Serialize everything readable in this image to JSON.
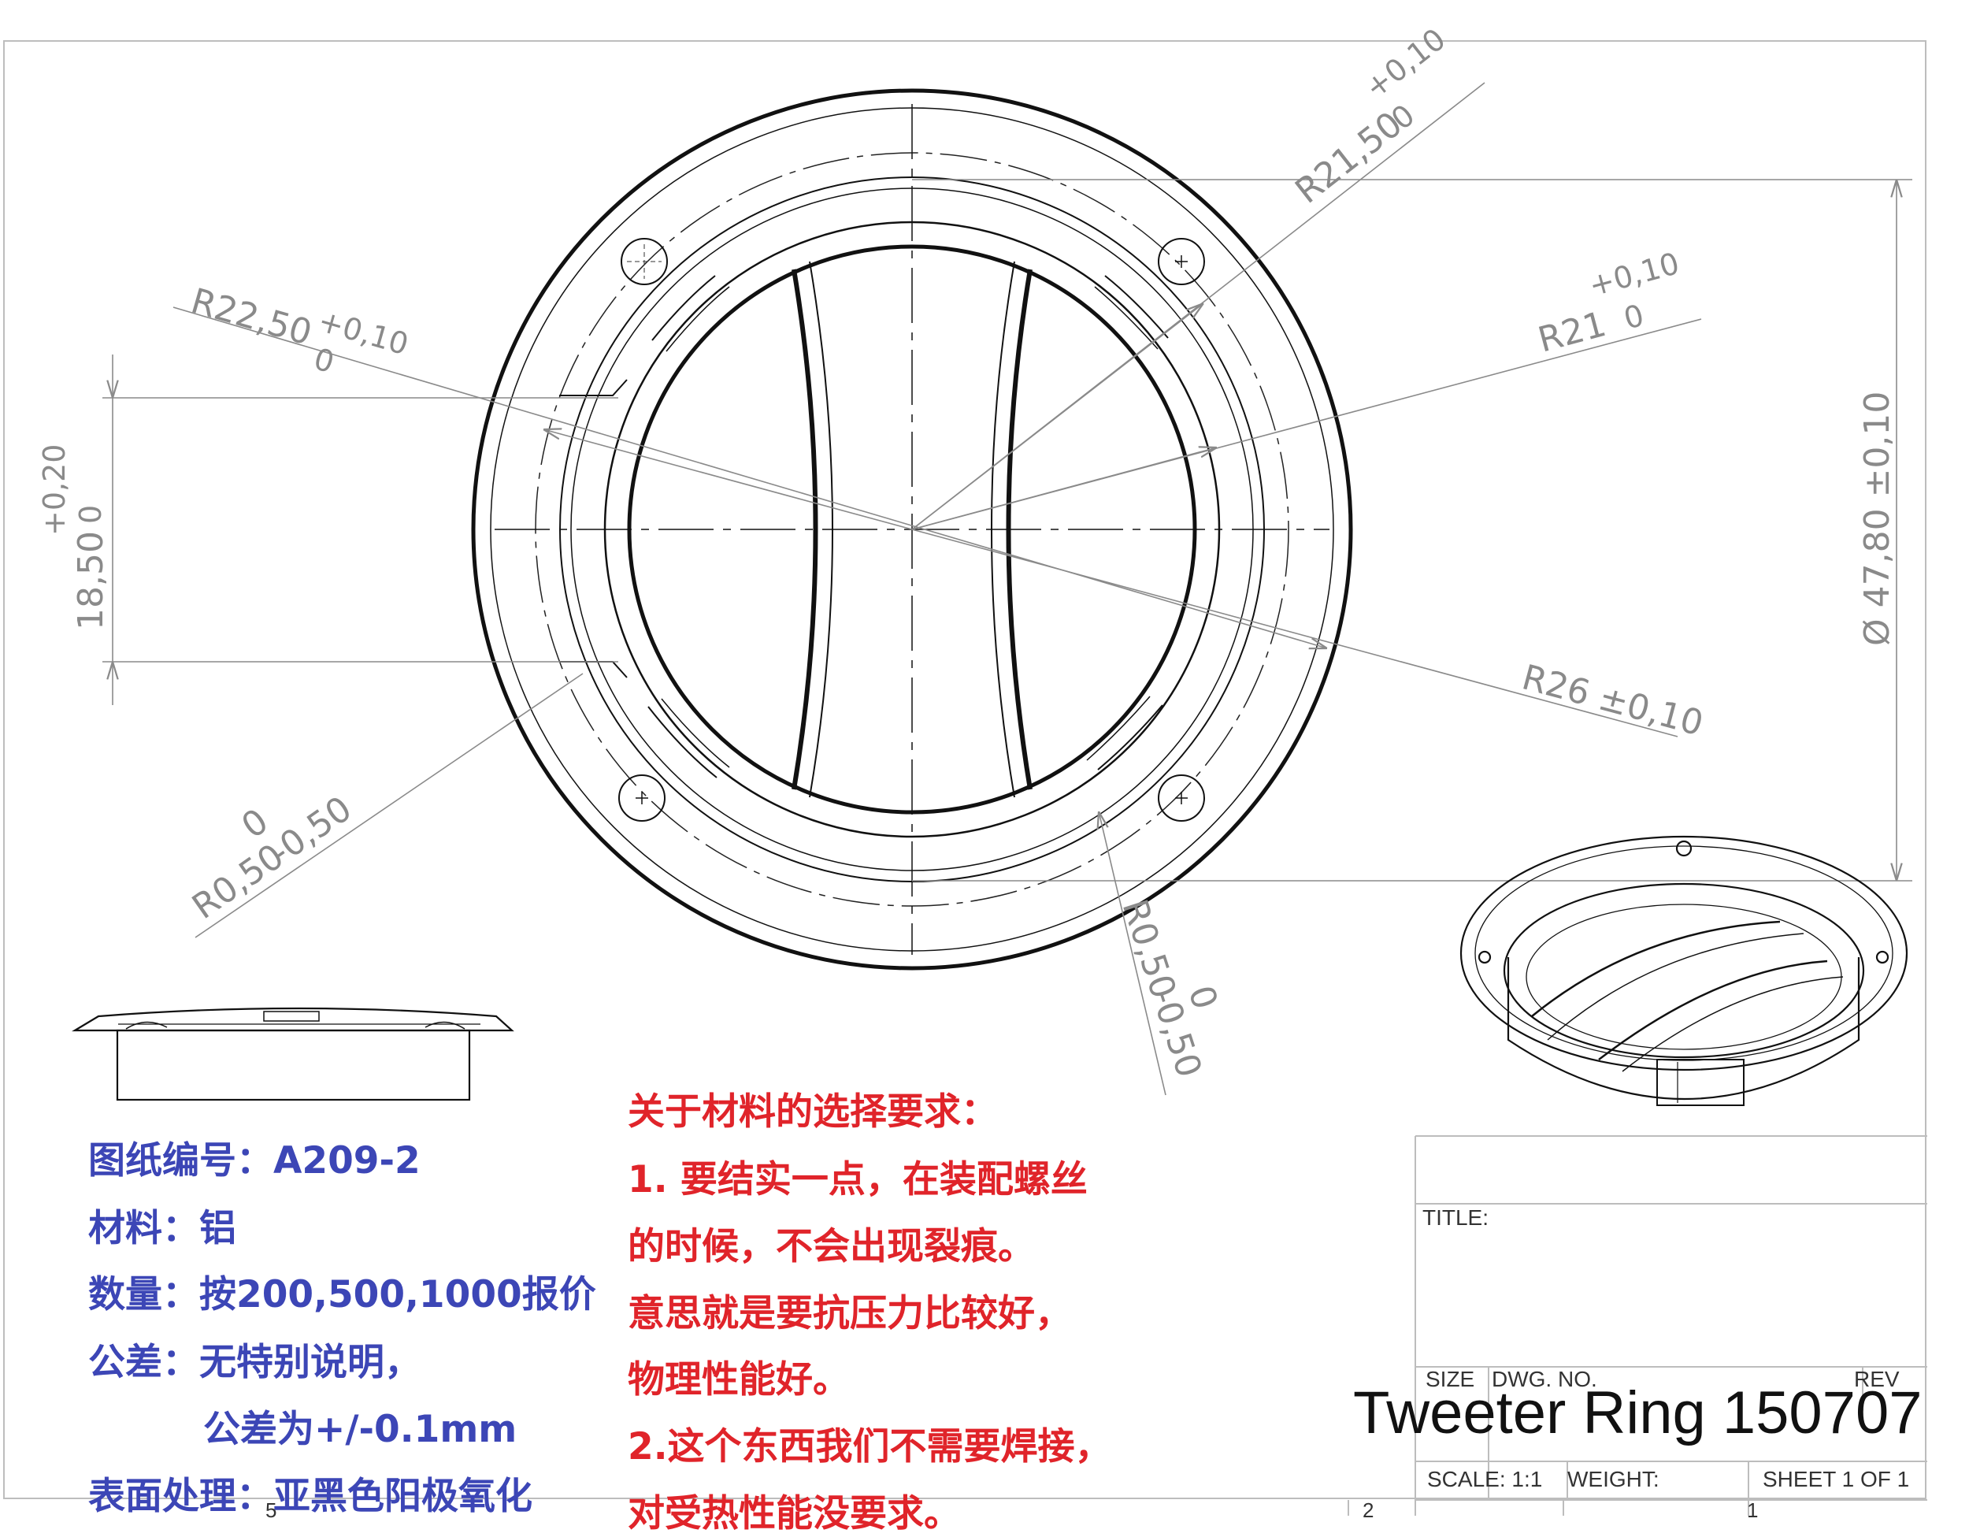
{
  "notes_blue": {
    "drawing_no": "图纸编号：A209-2",
    "material": "材料：铝",
    "quantity": "数量：按200,500,1000报价",
    "tolerance": "公差：无特别说明，",
    "tolerance_value": "公差为+/-0.1mm",
    "surface": "表面处理：亚黑色阳极氧化"
  },
  "notes_red": [
    "关于材料的选择要求：",
    "1. 要结实一点，在装配螺丝",
    "的时候，不会出现裂痕。",
    "意思就是要抗压力比较好，",
    "物理性能好。",
    "2.这个东西我们不需要焊接，",
    "对受热性能没要求。"
  ],
  "dimensions": {
    "r22_50": "R22,50",
    "r22_50_upper": "+0,10",
    "r22_50_lower": "0",
    "r21_50": "R21,50",
    "r21_50_upper": "+0,10",
    "r21_50_lower": "0",
    "r21": "R21",
    "r21_upper": "+0,10",
    "r21_lower": "0",
    "r26": "R26 ±0,10",
    "dia": "Ø 47,80 ±0,10",
    "h18": "18,50",
    "h18_upper": "+0,20",
    "h18_lower": "0",
    "r050_left": "R0,50",
    "r050_left_tol": "-0,50",
    "r050_left_upper": "0",
    "r050_right": "R0,50",
    "r050_right_tol": "-0,50",
    "r050_right_upper": "0"
  },
  "title_block": {
    "title_label": "TITLE:",
    "size_label": "SIZE",
    "dwg_label": "DWG.  NO.",
    "rev_label": "REV",
    "dwg_number": "Tweeter Ring 150707",
    "scale": "SCALE: 1:1",
    "weight": "WEIGHT:",
    "sheet": "SHEET 1 OF 1"
  },
  "zones": {
    "z5": "5",
    "z2": "2",
    "z1": "1"
  }
}
